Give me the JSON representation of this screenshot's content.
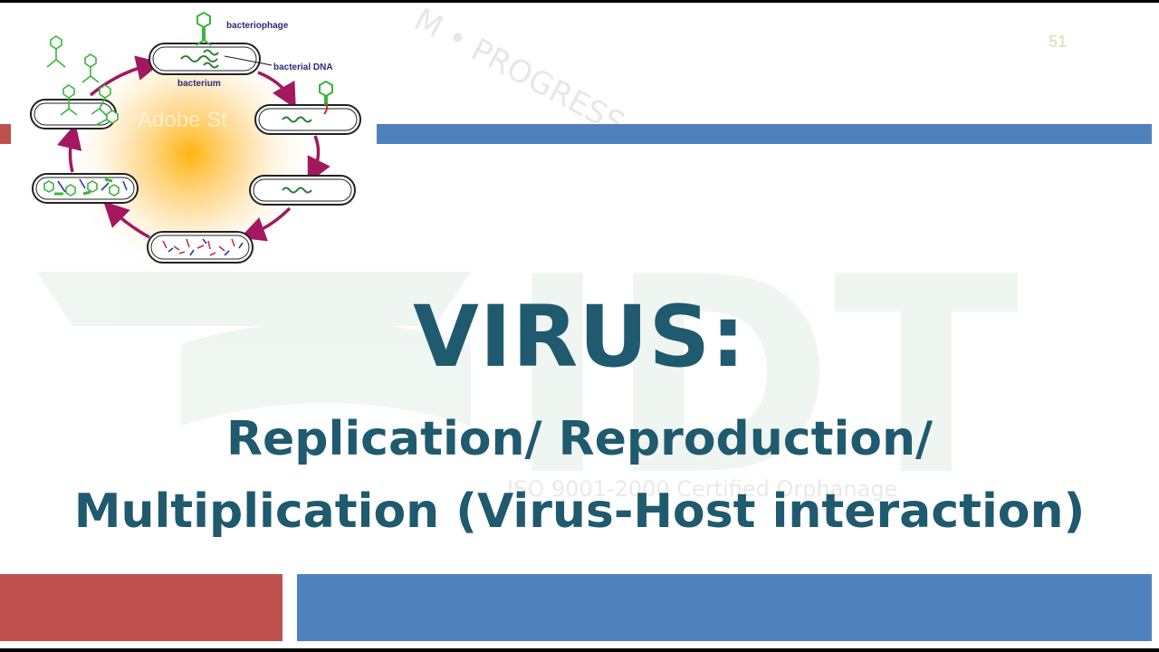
{
  "slide": {
    "page_number": "51",
    "title": "VIRUS:",
    "subtitle_line1": "Replication/ Reproduction/",
    "subtitle_line2": "Multiplication (Virus-Host interaction)"
  },
  "diagram": {
    "label_bacteriophage": "bacteriophage",
    "label_bacterial_dna": "bacterial DNA",
    "label_bacterium": "bacterium",
    "stock_watermark": "Adobe St"
  },
  "watermark": {
    "arc_text": "M • PROGRESS",
    "big_letters": "IDT",
    "cert_text": "ISO 9001-2000 Certified Orphanage"
  },
  "colors": {
    "title": "#1f5a6e",
    "accent_red": "#c0504d",
    "accent_blue": "#4f81bd",
    "arrow": "#a3185e",
    "phage_green": "#3cb43c"
  }
}
